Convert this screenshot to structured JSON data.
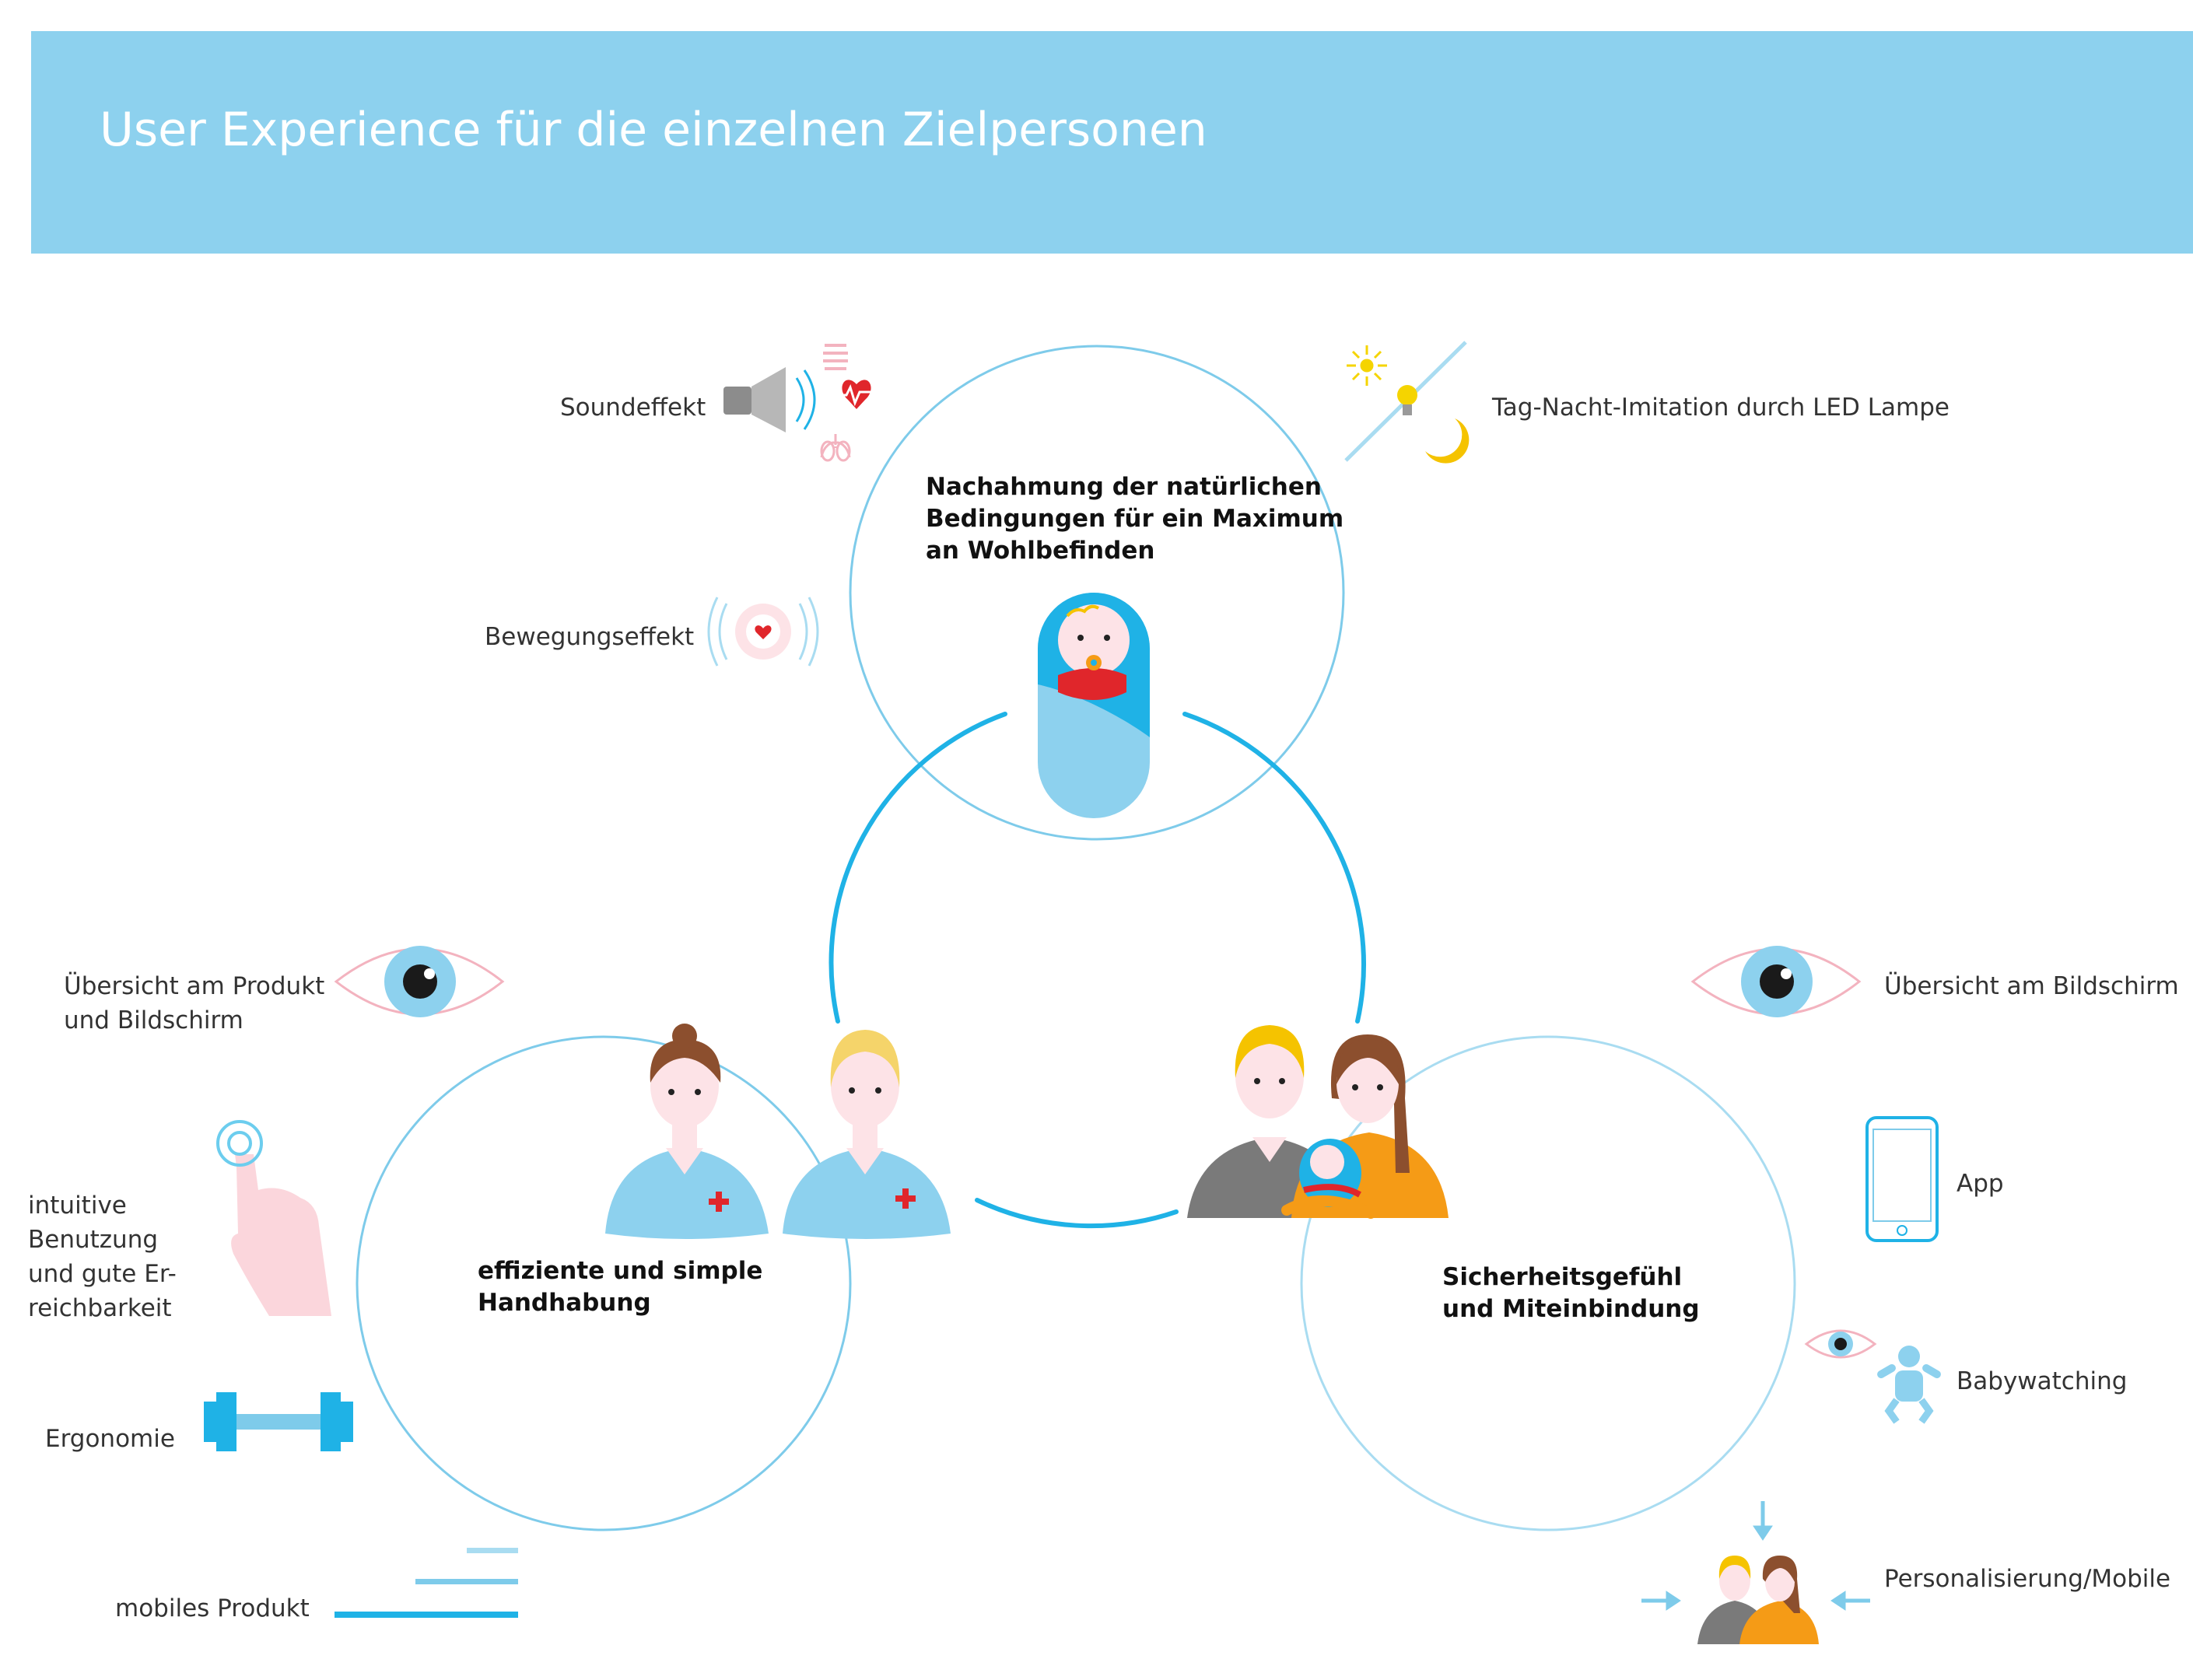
{
  "header": {
    "title": "User Experience für die einzelnen Zielpersonen"
  },
  "circles": {
    "baby": "Nachahmung der natürlichen\nBedingungen für ein Maximum\nan Wohlbefinden",
    "staff": "effiziente und simple\nHandhabung",
    "parents": "Sicherheitsgefühl\nund Miteinbindung"
  },
  "features": {
    "sound": "Soundeffekt",
    "daynight": "Tag-Nacht-Imitation durch LED Lampe",
    "motion": "Bewegungseffekt",
    "overview_product": "Übersicht am Produkt\nund Bildschirm",
    "intuitive": "intuitive\nBenutzung\nund gute Er-\nreichbarkeit",
    "ergonomics": "Ergonomie",
    "mobile": "mobiles Produkt",
    "overview_screen": "Übersicht am Bildschirm",
    "app": "App",
    "babywatching": "Babywatching",
    "personalization": "Personalisierung/Mobile"
  },
  "colors": {
    "header": "#8dd1ee",
    "ring_dark": "#1fb2e6",
    "ring_light": "#7ecbea",
    "pink": "#f7cfd6",
    "red": "#e0262b",
    "orange": "#f59b16",
    "gray": "#7a7a7a"
  },
  "icons": [
    "speaker-icon",
    "intestine-icon",
    "heart-rate-icon",
    "lungs-icon",
    "sun-icon",
    "bulb-icon",
    "moon-icon",
    "heart-vibration-icon",
    "eye-icon",
    "tap-hand-icon",
    "dumbbell-icon",
    "speed-lines-icon",
    "phone-icon",
    "baby-figure-icon",
    "arrow-icon",
    "baby-swaddle-icon",
    "nurse-icon",
    "family-icon"
  ]
}
